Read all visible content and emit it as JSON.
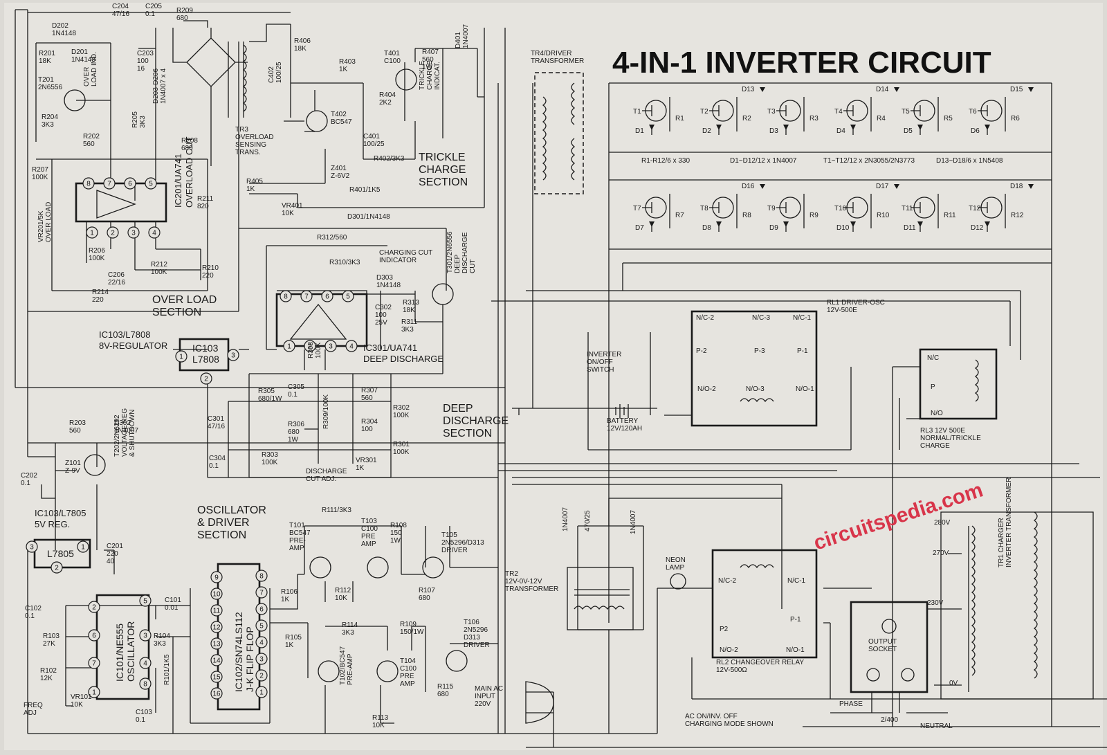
{
  "title": "4-IN-1 INVERTER CIRCUIT",
  "watermark": "circuitspedia.com",
  "sections": {
    "overload": "OVER LOAD\nSECTION",
    "trickle": "TRICKLE\nCHARGE\nSECTION",
    "deep": "DEEP\nDISCHARGE\nSECTION",
    "oscillator": "OSCILLATOR\n& DRIVER\nSECTION"
  },
  "ics": {
    "ic201": "IC201/UA741\nOVERLOAD CUT",
    "ic301": "IC301/UA741\nDEEP DISCHARGE",
    "ic103_label": "IC103/L7808\n8V-REGULATOR",
    "ic103_body": "IC103\nL7808",
    "ic103b_label": "IC103/L7805\n5V REG.",
    "ic103b_body": "L7805",
    "ic101": "IC101/NE555\nOSCILLATOR",
    "ic102": "IC102/SN74LS112\nJ-K FLIP FLOP"
  },
  "components": [
    {
      "id": "d202",
      "text": "D202\n1N4148"
    },
    {
      "id": "c204",
      "text": "C204\n47/16"
    },
    {
      "id": "c205",
      "text": "C205\n0.1"
    },
    {
      "id": "r209",
      "text": "R209\n680"
    },
    {
      "id": "r201",
      "text": "R201\n18K"
    },
    {
      "id": "d201",
      "text": "D201\n1N4148"
    },
    {
      "id": "c203",
      "text": "C203\n100\n16"
    },
    {
      "id": "t201",
      "text": "T201\n2N6556"
    },
    {
      "id": "led_ol",
      "text": "OVER\nLOAD IND."
    },
    {
      "id": "r204",
      "text": "R204\n3K3"
    },
    {
      "id": "r202",
      "text": "R202\n560"
    },
    {
      "id": "r205",
      "text": "R205\n3K3"
    },
    {
      "id": "d203",
      "text": "D203-D206\n1N4007 x 4"
    },
    {
      "id": "r208",
      "text": "R208\n680"
    },
    {
      "id": "tr3",
      "text": "TR3\nOVERLOAD\nSENSING\nTRANS."
    },
    {
      "id": "r207",
      "text": "R207\n100K"
    },
    {
      "id": "r211",
      "text": "R211\n820"
    },
    {
      "id": "r206",
      "text": "R206\n100K"
    },
    {
      "id": "vr201",
      "text": "VR201/5K\nOVER LOAD"
    },
    {
      "id": "c206",
      "text": "C206\n22/16"
    },
    {
      "id": "r212",
      "text": "R212\n100K"
    },
    {
      "id": "r210",
      "text": "R210\n220"
    },
    {
      "id": "r214",
      "text": "R214\n220"
    },
    {
      "id": "r406",
      "text": "R406\n18K"
    },
    {
      "id": "r403",
      "text": "R403\n1K"
    },
    {
      "id": "t401",
      "text": "T401\nC100"
    },
    {
      "id": "r407",
      "text": "R407\n560\n1W"
    },
    {
      "id": "d401",
      "text": "D401\n1N4007"
    },
    {
      "id": "led_tc",
      "text": "TRICKLE\nCHARGE\nINDICAT."
    },
    {
      "id": "c402",
      "text": "C402\n100/25"
    },
    {
      "id": "r404",
      "text": "R404\n2K2"
    },
    {
      "id": "t402",
      "text": "T402\nBC547"
    },
    {
      "id": "c401",
      "text": "C401\n100/25"
    },
    {
      "id": "r402",
      "text": "R402/3K3"
    },
    {
      "id": "z401",
      "text": "Z401\nZ-6V2"
    },
    {
      "id": "r405",
      "text": "R405\n1K"
    },
    {
      "id": "vr401",
      "text": "VR401\n10K"
    },
    {
      "id": "r401",
      "text": "R401/1K5"
    },
    {
      "id": "d301",
      "text": "D301/1N4148"
    },
    {
      "id": "r312",
      "text": "R312/560"
    },
    {
      "id": "led_cc",
      "text": "CHARGING CUT\nINDICATOR"
    },
    {
      "id": "r310",
      "text": "R310/3K3"
    },
    {
      "id": "d303",
      "text": "D303\n1N4148"
    },
    {
      "id": "t301",
      "text": "T301/2N6556\nDEEP\nDISCHARGE\nCUT"
    },
    {
      "id": "c302",
      "text": "C302\n100\n25V"
    },
    {
      "id": "r313",
      "text": "R313\n18K"
    },
    {
      "id": "r311",
      "text": "R311\n3K3"
    },
    {
      "id": "r308",
      "text": "R308\n100K"
    },
    {
      "id": "r305",
      "text": "R305\n680/1W"
    },
    {
      "id": "c305",
      "text": "C305\n0.1"
    },
    {
      "id": "r307",
      "text": "R307\n560"
    },
    {
      "id": "r302",
      "text": "R302\n100K"
    },
    {
      "id": "c301",
      "text": "C301\n47/16"
    },
    {
      "id": "r304",
      "text": "R304\n100"
    },
    {
      "id": "r306",
      "text": "R306\n680\n1W"
    },
    {
      "id": "r309",
      "text": "R309/100K"
    },
    {
      "id": "r303",
      "text": "R303\n100K"
    },
    {
      "id": "r301",
      "text": "R301\n100K"
    },
    {
      "id": "c304",
      "text": "C304\n0.1"
    },
    {
      "id": "vr301",
      "text": "VR301\n1K"
    },
    {
      "id": "dcadj",
      "text": "DISCHARGE\nCUT ADJ."
    },
    {
      "id": "r203",
      "text": "R203\n560"
    },
    {
      "id": "d302",
      "text": "D302\n1N4007"
    },
    {
      "id": "c202",
      "text": "C202\n0.1"
    },
    {
      "id": "z101",
      "text": "Z101\nZ-9V"
    },
    {
      "id": "t202",
      "text": "T202/2N6292\nVOLTAGE REG\n& SHUTDOWN"
    },
    {
      "id": "c201",
      "text": "C201\n220\n40"
    },
    {
      "id": "c102",
      "text": "C102\n0.1"
    },
    {
      "id": "r103",
      "text": "R103\n27K"
    },
    {
      "id": "r102",
      "text": "R102\n12K"
    },
    {
      "id": "freq",
      "text": "FREQ\nADJ"
    },
    {
      "id": "vr101",
      "text": "VR101\n10K"
    },
    {
      "id": "c101",
      "text": "C101\n0.01"
    },
    {
      "id": "r104",
      "text": "R104\n3K3"
    },
    {
      "id": "c103",
      "text": "C103\n0.1"
    },
    {
      "id": "r101",
      "text": "R101/1K5"
    },
    {
      "id": "r111",
      "text": "R111/3K3"
    },
    {
      "id": "t101",
      "text": "T101\nBC547\nPRE-\nAMP"
    },
    {
      "id": "t103",
      "text": "T103\nC100\nPRE\nAMP"
    },
    {
      "id": "r108",
      "text": "R108\n150\n1W"
    },
    {
      "id": "t105",
      "text": "T105\n2N5296/D313\nDRIVER"
    },
    {
      "id": "r106",
      "text": "R106\n1K"
    },
    {
      "id": "r112",
      "text": "R112\n10K"
    },
    {
      "id": "r107",
      "text": "R107\n680"
    },
    {
      "id": "r105",
      "text": "R105\n1K"
    },
    {
      "id": "r114",
      "text": "R114\n3K3"
    },
    {
      "id": "r109",
      "text": "R109\n150/1W"
    },
    {
      "id": "t106",
      "text": "T106\n2N5296\nD313\nDRIVER"
    },
    {
      "id": "t102",
      "text": "T102/BC547\nPRE-AMP"
    },
    {
      "id": "t104",
      "text": "T104\nC100\nPRE\nAMP"
    },
    {
      "id": "r115",
      "text": "R115\n680"
    },
    {
      "id": "r113",
      "text": "R113\n10K"
    },
    {
      "id": "tr4",
      "text": "TR4/DRIVER\nTRANSFORMER"
    },
    {
      "id": "inv_sw",
      "text": "INVERTER\nON/OFF\nSWITCH"
    },
    {
      "id": "battery",
      "text": "BATTERY\n12V/120AH"
    },
    {
      "id": "rl1",
      "text": "RL1 DRIVER-OSC\n12V-500E"
    },
    {
      "id": "rl3",
      "text": "RL3 12V 500E\nNORMAL/TRICKLE\nCHARGE"
    },
    {
      "id": "tr2",
      "text": "TR2\n12V-0V-12V\nTRANSFORMER"
    },
    {
      "id": "neon",
      "text": "NEON\nLAMP"
    },
    {
      "id": "rl2",
      "text": "RL2 CHANGEOVER RELAY\n12V-500Ω"
    },
    {
      "id": "mainac",
      "text": "MAIN AC\nINPUT\n220V"
    },
    {
      "id": "socket",
      "text": "OUTPUT\nSOCKET"
    },
    {
      "id": "acon",
      "text": "AC ON/INV. OFF\nCHARGING MODE SHOWN"
    },
    {
      "id": "phase",
      "text": "PHASE"
    },
    {
      "id": "cap2400",
      "text": "2/400"
    },
    {
      "id": "neutral",
      "text": "NEUTRAL"
    },
    {
      "id": "tr1",
      "text": "TR1 CHARGER\nINVERTER TRANSFORMER"
    },
    {
      "id": "v280",
      "text": "280V"
    },
    {
      "id": "v270",
      "text": "270V"
    },
    {
      "id": "v230",
      "text": "230V"
    },
    {
      "id": "v0",
      "text": "0V"
    },
    {
      "id": "d401b",
      "text": "1N4007"
    },
    {
      "id": "d402b",
      "text": "1N4007"
    },
    {
      "id": "c470",
      "text": "470/25"
    },
    {
      "id": "r1legend",
      "text": "R1-R12/6 x 330"
    },
    {
      "id": "d1legend",
      "text": "D1~D12/12 x 1N4007"
    },
    {
      "id": "t1legend",
      "text": "T1~T12/12 x 2N3055/2N3773"
    },
    {
      "id": "d13legend",
      "text": "D13~D18/6 x 1N5408"
    }
  ],
  "relay_contacts": {
    "rl1": [
      "N/C-2",
      "N/C-3",
      "N/C-1",
      "P-2",
      "P-3",
      "P-1",
      "N/O-2",
      "N/O-3",
      "N/O-1"
    ],
    "rl3": [
      "N/C",
      "P",
      "N/O"
    ],
    "rl2": [
      "N/C-2",
      "N/C-1",
      "P2",
      "P-1",
      "N/O-2",
      "N/O-1"
    ]
  },
  "output_bank": {
    "row1": [
      {
        "t": "T1",
        "d": "D1",
        "r": "R1",
        "dd": ""
      },
      {
        "t": "T2",
        "d": "D2",
        "r": "R2",
        "dd": "D13"
      },
      {
        "t": "T3",
        "d": "D3",
        "r": "R3",
        "dd": ""
      },
      {
        "t": "T4",
        "d": "D4",
        "r": "R4",
        "dd": "D14"
      },
      {
        "t": "T5",
        "d": "D5",
        "r": "R5",
        "dd": ""
      },
      {
        "t": "T6",
        "d": "D6",
        "r": "R6",
        "dd": "D15"
      }
    ],
    "row2": [
      {
        "t": "T7",
        "d": "D7",
        "r": "R7",
        "dd": ""
      },
      {
        "t": "T8",
        "d": "D8",
        "r": "R8",
        "dd": "D16"
      },
      {
        "t": "T9",
        "d": "D9",
        "r": "R9",
        "dd": ""
      },
      {
        "t": "T10",
        "d": "D10",
        "r": "R10",
        "dd": "D17"
      },
      {
        "t": "T11",
        "d": "D11",
        "r": "R11",
        "dd": ""
      },
      {
        "t": "T12",
        "d": "D12",
        "r": "R12",
        "dd": "D18"
      }
    ]
  },
  "ic_pins": {
    "ic201_top": [
      "8",
      "7",
      "6",
      "5"
    ],
    "ic201_bot": [
      "1",
      "2",
      "3",
      "4"
    ],
    "ic301_top": [
      "8",
      "7",
      "6",
      "5"
    ],
    "ic301_bot": [
      "1",
      "2",
      "3",
      "4"
    ],
    "l7808": [
      "1",
      "2",
      "3"
    ],
    "l7805": [
      "3",
      "2",
      "1"
    ],
    "ne555_left": [
      "2",
      "6",
      "7",
      "1"
    ],
    "ne555_right": [
      "5",
      "3",
      "4",
      "8"
    ],
    "ls112_left": [
      "9",
      "10",
      "11",
      "12",
      "13",
      "14",
      "15",
      "16"
    ],
    "ls112_right": [
      "8",
      "7",
      "6",
      "5",
      "4",
      "3",
      "2",
      "1"
    ]
  }
}
